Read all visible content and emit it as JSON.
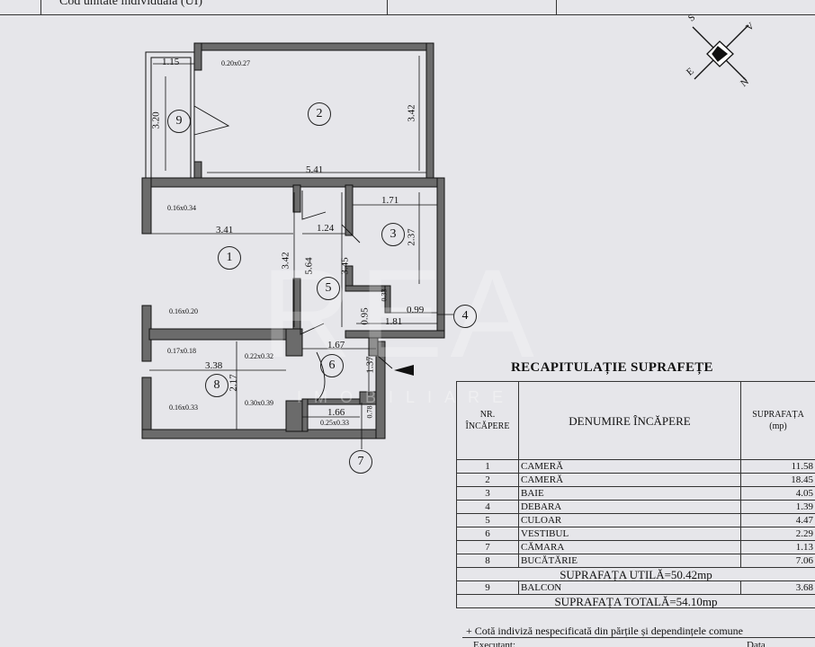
{
  "header": {
    "title": "Cod unitate individuala (UI)"
  },
  "compass": {
    "labels": [
      "S",
      "V",
      "N",
      "E"
    ]
  },
  "plan": {
    "rooms": [
      "1",
      "2",
      "3",
      "4",
      "5",
      "6",
      "7",
      "8",
      "9"
    ],
    "dims": {
      "d_1_15": "1.15",
      "d_0_20x0_27": "0.20x0.27",
      "d_3_20": "3.20",
      "d_3_42a": "3.42",
      "d_5_41": "5.41",
      "d_0_16x0_34": "0.16x0.34",
      "d_3_41": "3.41",
      "d_1_24": "1.24",
      "d_1_71": "1.71",
      "d_2_37": "2.37",
      "d_3_42b": "3.42",
      "d_5_64": "5.64",
      "d_3_45": "3.45",
      "d_0_33": "0.33",
      "d_0_95": "0.95",
      "d_0_99": "0.99",
      "d_1_81": "1.81",
      "d_0_16x0_20": "0.16x0.20",
      "d_0_17x0_18": "0.17x0.18",
      "d_0_22x0_32": "0.22x0.32",
      "d_3_38": "3.38",
      "d_2_17": "2.17",
      "d_1_67": "1.67",
      "d_1_37": "1.37",
      "d_0_16x0_33": "0.16x0.33",
      "d_0_30x0_39": "0.30x0.39",
      "d_1_66": "1.66",
      "d_0_25x0_33": "0.25x0.33",
      "d_0_78": "0.78"
    }
  },
  "watermark": {
    "text": "REA",
    "sub": "IMOBILIARE"
  },
  "recap": {
    "title": "RECAPITULAȚIE SUPRAFEȚE",
    "col_nr": "NR. ÎNCĂPERE",
    "col_den": "DENUMIRE ÎNCĂPERE",
    "col_sup": "SUPRAFAȚA (mp)",
    "rows": [
      {
        "nr": "1",
        "name": "CAMERĂ",
        "area": "11.58"
      },
      {
        "nr": "2",
        "name": "CAMERĂ",
        "area": "18.45"
      },
      {
        "nr": "3",
        "name": "BAIE",
        "area": "4.05"
      },
      {
        "nr": "4",
        "name": "DEBARA",
        "area": "1.39"
      },
      {
        "nr": "5",
        "name": "CULOAR",
        "area": "4.47"
      },
      {
        "nr": "6",
        "name": "VESTIBUL",
        "area": "2.29"
      },
      {
        "nr": "7",
        "name": "CĂMARA",
        "area": "1.13"
      },
      {
        "nr": "8",
        "name": "BUCĂTĂRIE",
        "area": "7.06"
      }
    ],
    "utila": "SUPRAFAȚA UTILĂ=50.42mp",
    "balcon": {
      "nr": "9",
      "name": "BALCON",
      "area": "3.68"
    },
    "totala": "SUPRAFAȚA TOTALĂ=54.10mp",
    "footnote": "+ Cotă indiviză nespecificată din părțile și dependințele comune",
    "executant": "Executant:",
    "data": "Data"
  }
}
